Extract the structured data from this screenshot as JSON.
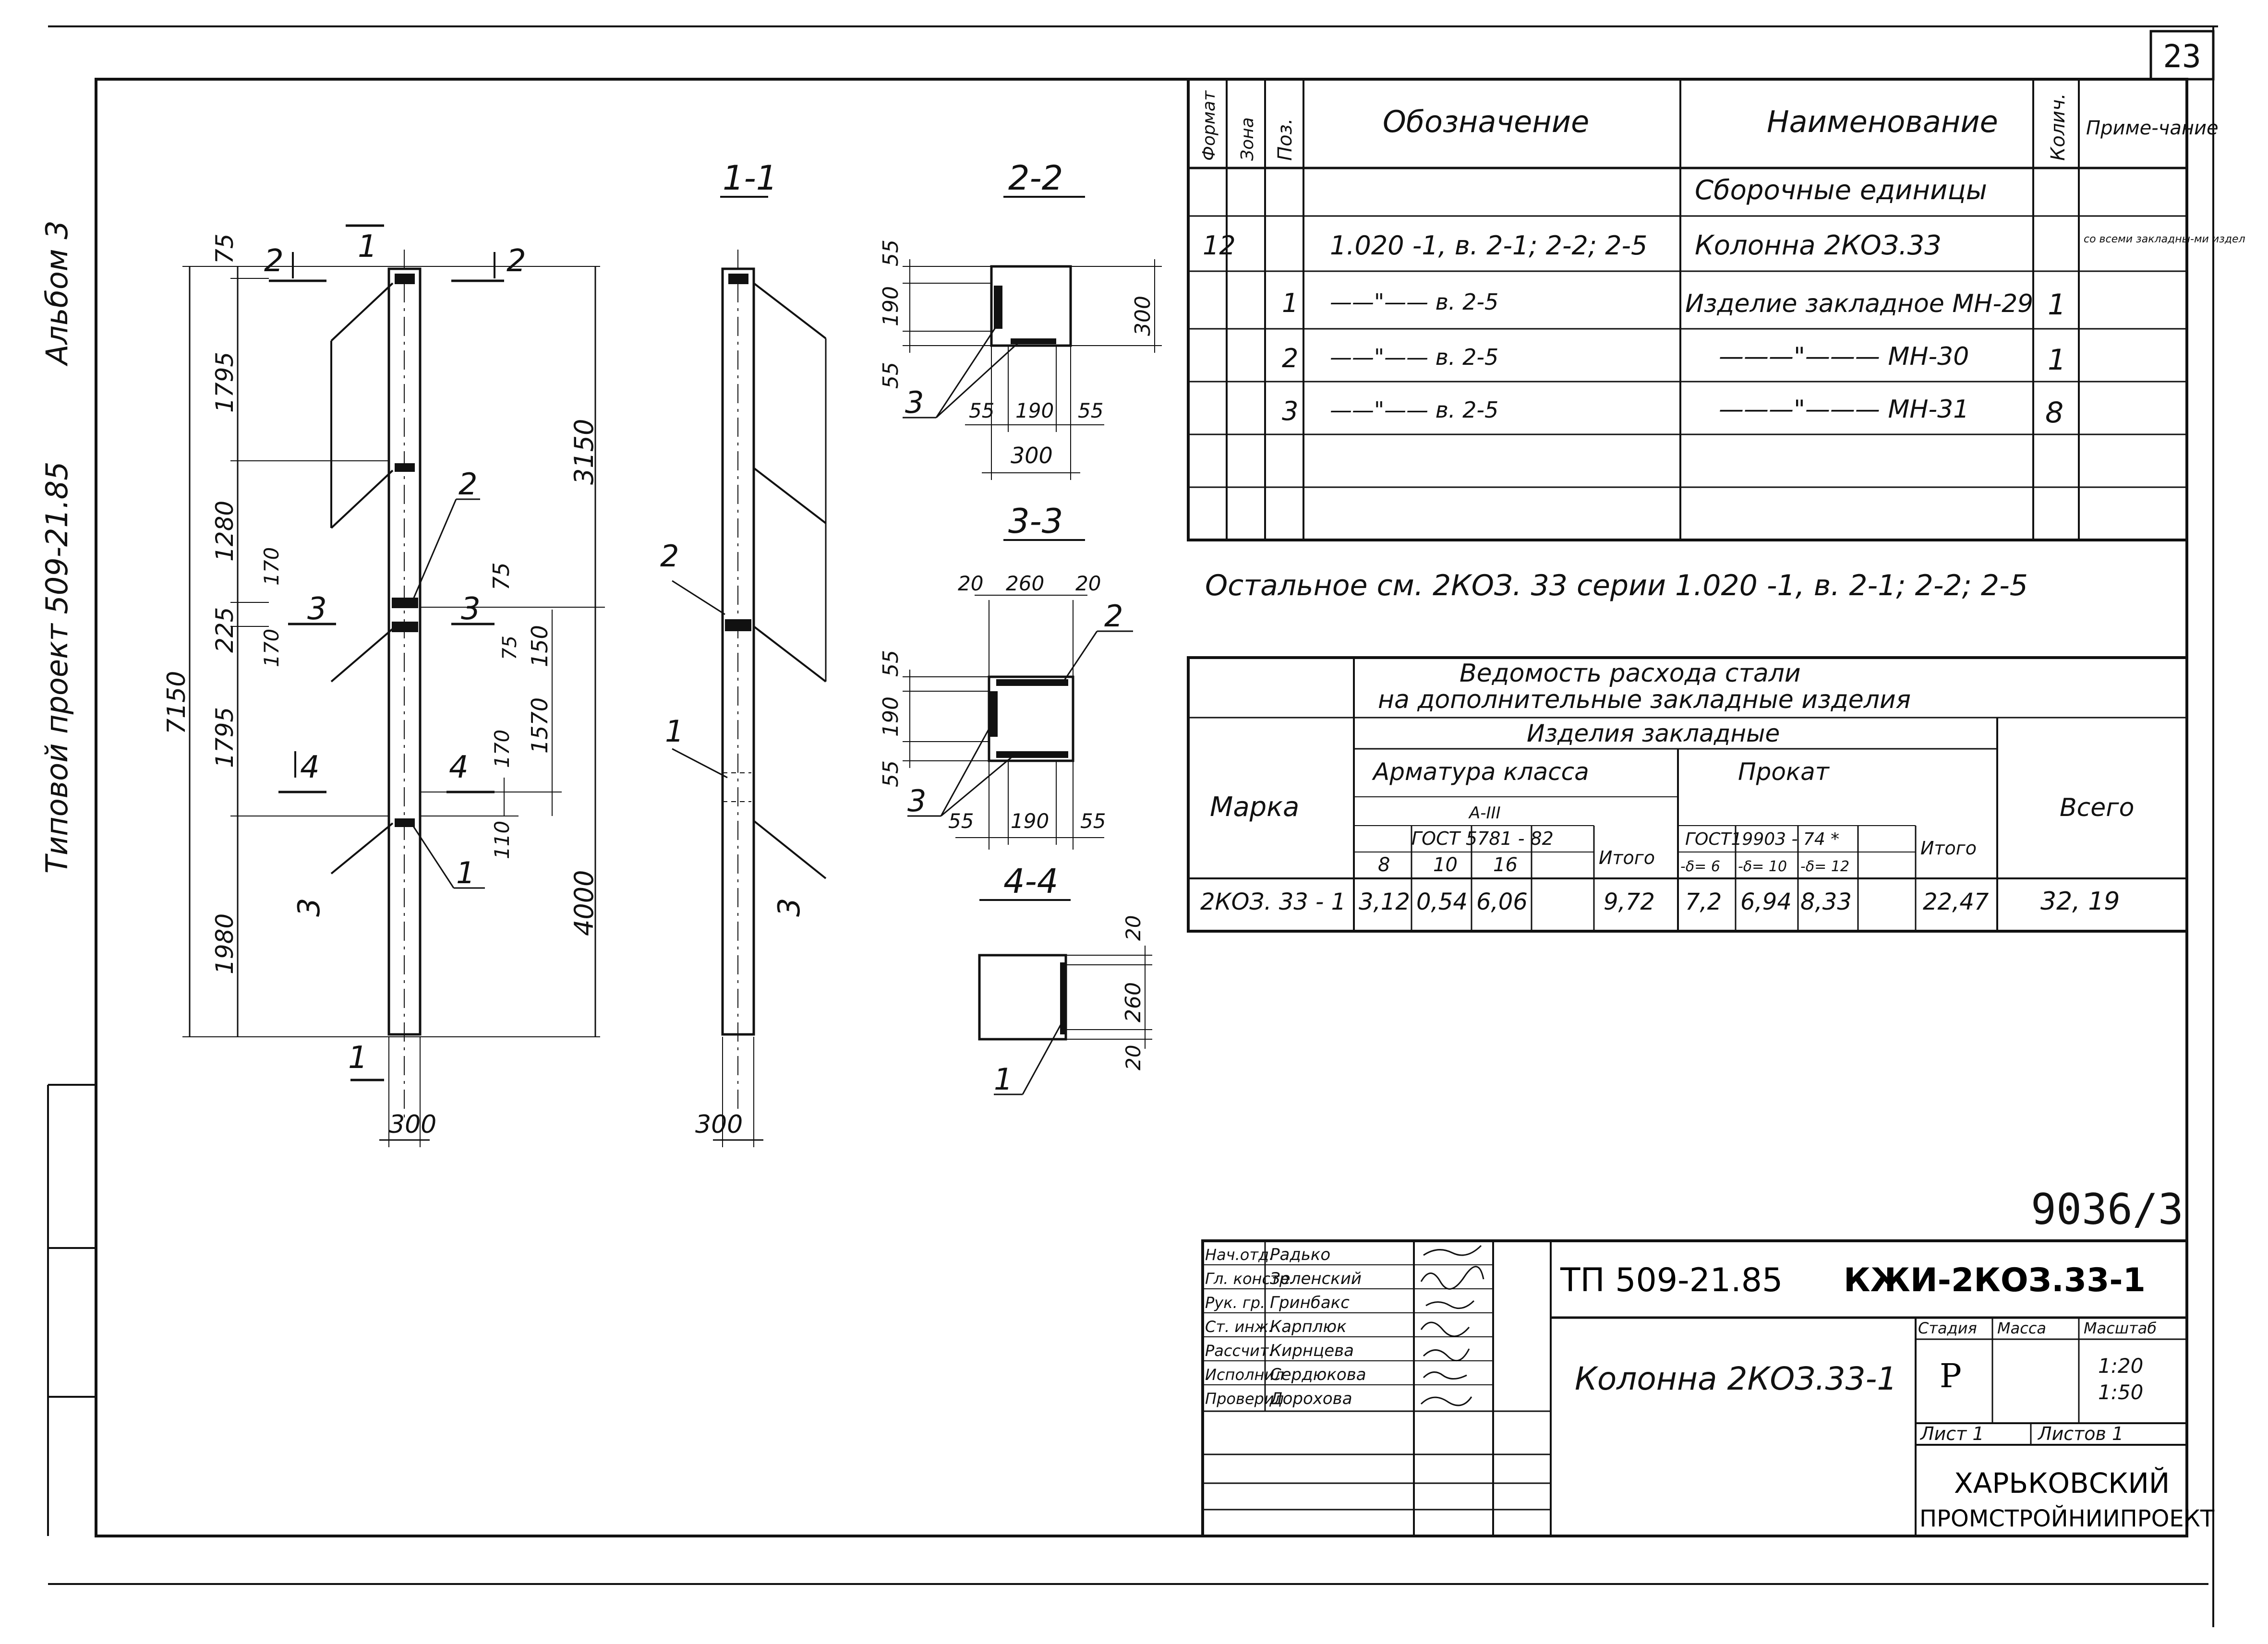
{
  "sheet_number": "23",
  "side_label": {
    "album": "Альбом 3",
    "project": "Типовой проект  509-21.85"
  },
  "drawing": {
    "elevation": {
      "total_height": "7150",
      "right_height": "3150",
      "lower_right": "4000",
      "segments": [
        "75",
        "1795",
        "1280",
        "225",
        "1795",
        "1980"
      ],
      "width": "300",
      "details": {
        "d170a": "170",
        "d170b": "170",
        "d75a": "75",
        "d75b": "75",
        "d150": "150",
        "d1570": "1570",
        "d170c": "170",
        "d110": "110"
      },
      "callouts": {
        "c1": "1",
        "c2": "2",
        "c3": "3"
      },
      "cuts": {
        "cut1_top": "1",
        "cut1_bottom": "1",
        "cut2_left": "2",
        "cut2_right": "2",
        "cut3_left": "3",
        "cut3_right": "3",
        "cut4_left": "4",
        "cut4_right": "4"
      }
    },
    "section_1_1": {
      "title": "1-1",
      "width": "300",
      "callout_2": "2",
      "callout_1": "1",
      "cut_3": "3"
    },
    "section_2_2": {
      "title": "2-2",
      "d55_top": "55",
      "d190": "190",
      "d55_bot": "55",
      "d300_right": "300",
      "b55_l": "55",
      "b190": "190",
      "b55_r": "55",
      "b300": "300",
      "callout_3": "3"
    },
    "section_3_3": {
      "title": "3-3",
      "t20_l": "20",
      "t260": "260",
      "t20_r": "20",
      "d55_top": "55",
      "d190": "190",
      "d55_bot": "55",
      "b55_l": "55",
      "b190": "190",
      "b55_r": "55",
      "callout_2": "2",
      "callout_3": "3"
    },
    "section_4_4": {
      "title": "4-4",
      "d20_top": "20",
      "d260": "260",
      "d20_bot": "20",
      "callout_1": "1"
    }
  },
  "spec_table": {
    "headers": {
      "format": "Формат",
      "zone": "Зона",
      "pos": "Поз.",
      "designation": "Обозначение",
      "name": "Наименование",
      "qty": "Колич.",
      "note": "Приме-чание"
    },
    "section_title": "Сборочные единицы",
    "rows": [
      {
        "format": "12",
        "pos": "",
        "designation": "1.020 -1, в. 2-1; 2-2; 2-5",
        "name": "Колонна 2КОЗ.33",
        "qty": "",
        "note": "со всеми закладны-ми издел"
      },
      {
        "format": "",
        "pos": "1",
        "designation": "——\"—— в. 2-5",
        "name": "Изделие закладное МН-29",
        "qty": "1",
        "note": ""
      },
      {
        "format": "",
        "pos": "2",
        "designation": "——\"—— в. 2-5",
        "name": "———\"———     МН-30",
        "qty": "1",
        "note": ""
      },
      {
        "format": "",
        "pos": "3",
        "designation": "——\"—— в. 2-5",
        "name": "———\"———     МН-31",
        "qty": "8",
        "note": ""
      }
    ]
  },
  "remark": "Остальное см. 2КОЗ. 33 серии 1.020 -1, в. 2-1; 2-2; 2-5",
  "steel_table": {
    "title_line1": "Ведомость расхода стали",
    "title_line2": "на дополнительные закладные изделия",
    "col_marka": "Марка",
    "col_izdelia": "Изделия  закладные",
    "col_armatura": "Арматура  класса",
    "col_prokat": "Прокат",
    "col_vsego": "Всего",
    "a_class": "А-III",
    "gost_arm": "ГОСТ 5781 - 82",
    "gost_prokat": "ГОСТ19903 - 74 *",
    "diameters": [
      "8",
      "10",
      "16"
    ],
    "thicknesses": [
      "-δ= 6",
      "-δ= 10",
      "-δ= 12"
    ],
    "itogo": "Итого",
    "row": {
      "marka": "2КОЗ. 33 - 1",
      "v8": "3,12",
      "v10": "0,54",
      "v16": "6,06",
      "itogo_arm": "9,72",
      "p6": "7,2",
      "p10": "6,94",
      "p12": "8,33",
      "itogo_prokat": "22,47",
      "total": "32, 19"
    }
  },
  "inventory_number": "9036/3",
  "title_block": {
    "roles": [
      "Нач.отд.",
      "Гл. констр.",
      "Рук. гр.",
      "Ст. инж.",
      "Рассчит.",
      "Исполнил",
      "Проверил"
    ],
    "names": [
      "Радько",
      "Зеленский",
      "Гринбакс",
      "Карплюк",
      "Кирнцева",
      "Сердюкова",
      "Дорохова"
    ],
    "project_code": "ТП  509-21.85",
    "doc_code": "КЖИ-2КОЗ.33-1",
    "object_name": "Колонна 2КОЗ.33-1",
    "stage_label": "Стадия",
    "mass_label": "Масса",
    "scale_label": "Масштаб",
    "stage": "Р",
    "scale1": "1:20",
    "scale2": "1:50",
    "sheet_label": "Лист 1",
    "sheets_label": "Листов 1",
    "org1": "ХАРЬКОВСКИЙ",
    "org2": "ПРОМСТРОЙНИИПРОЕКТ"
  }
}
